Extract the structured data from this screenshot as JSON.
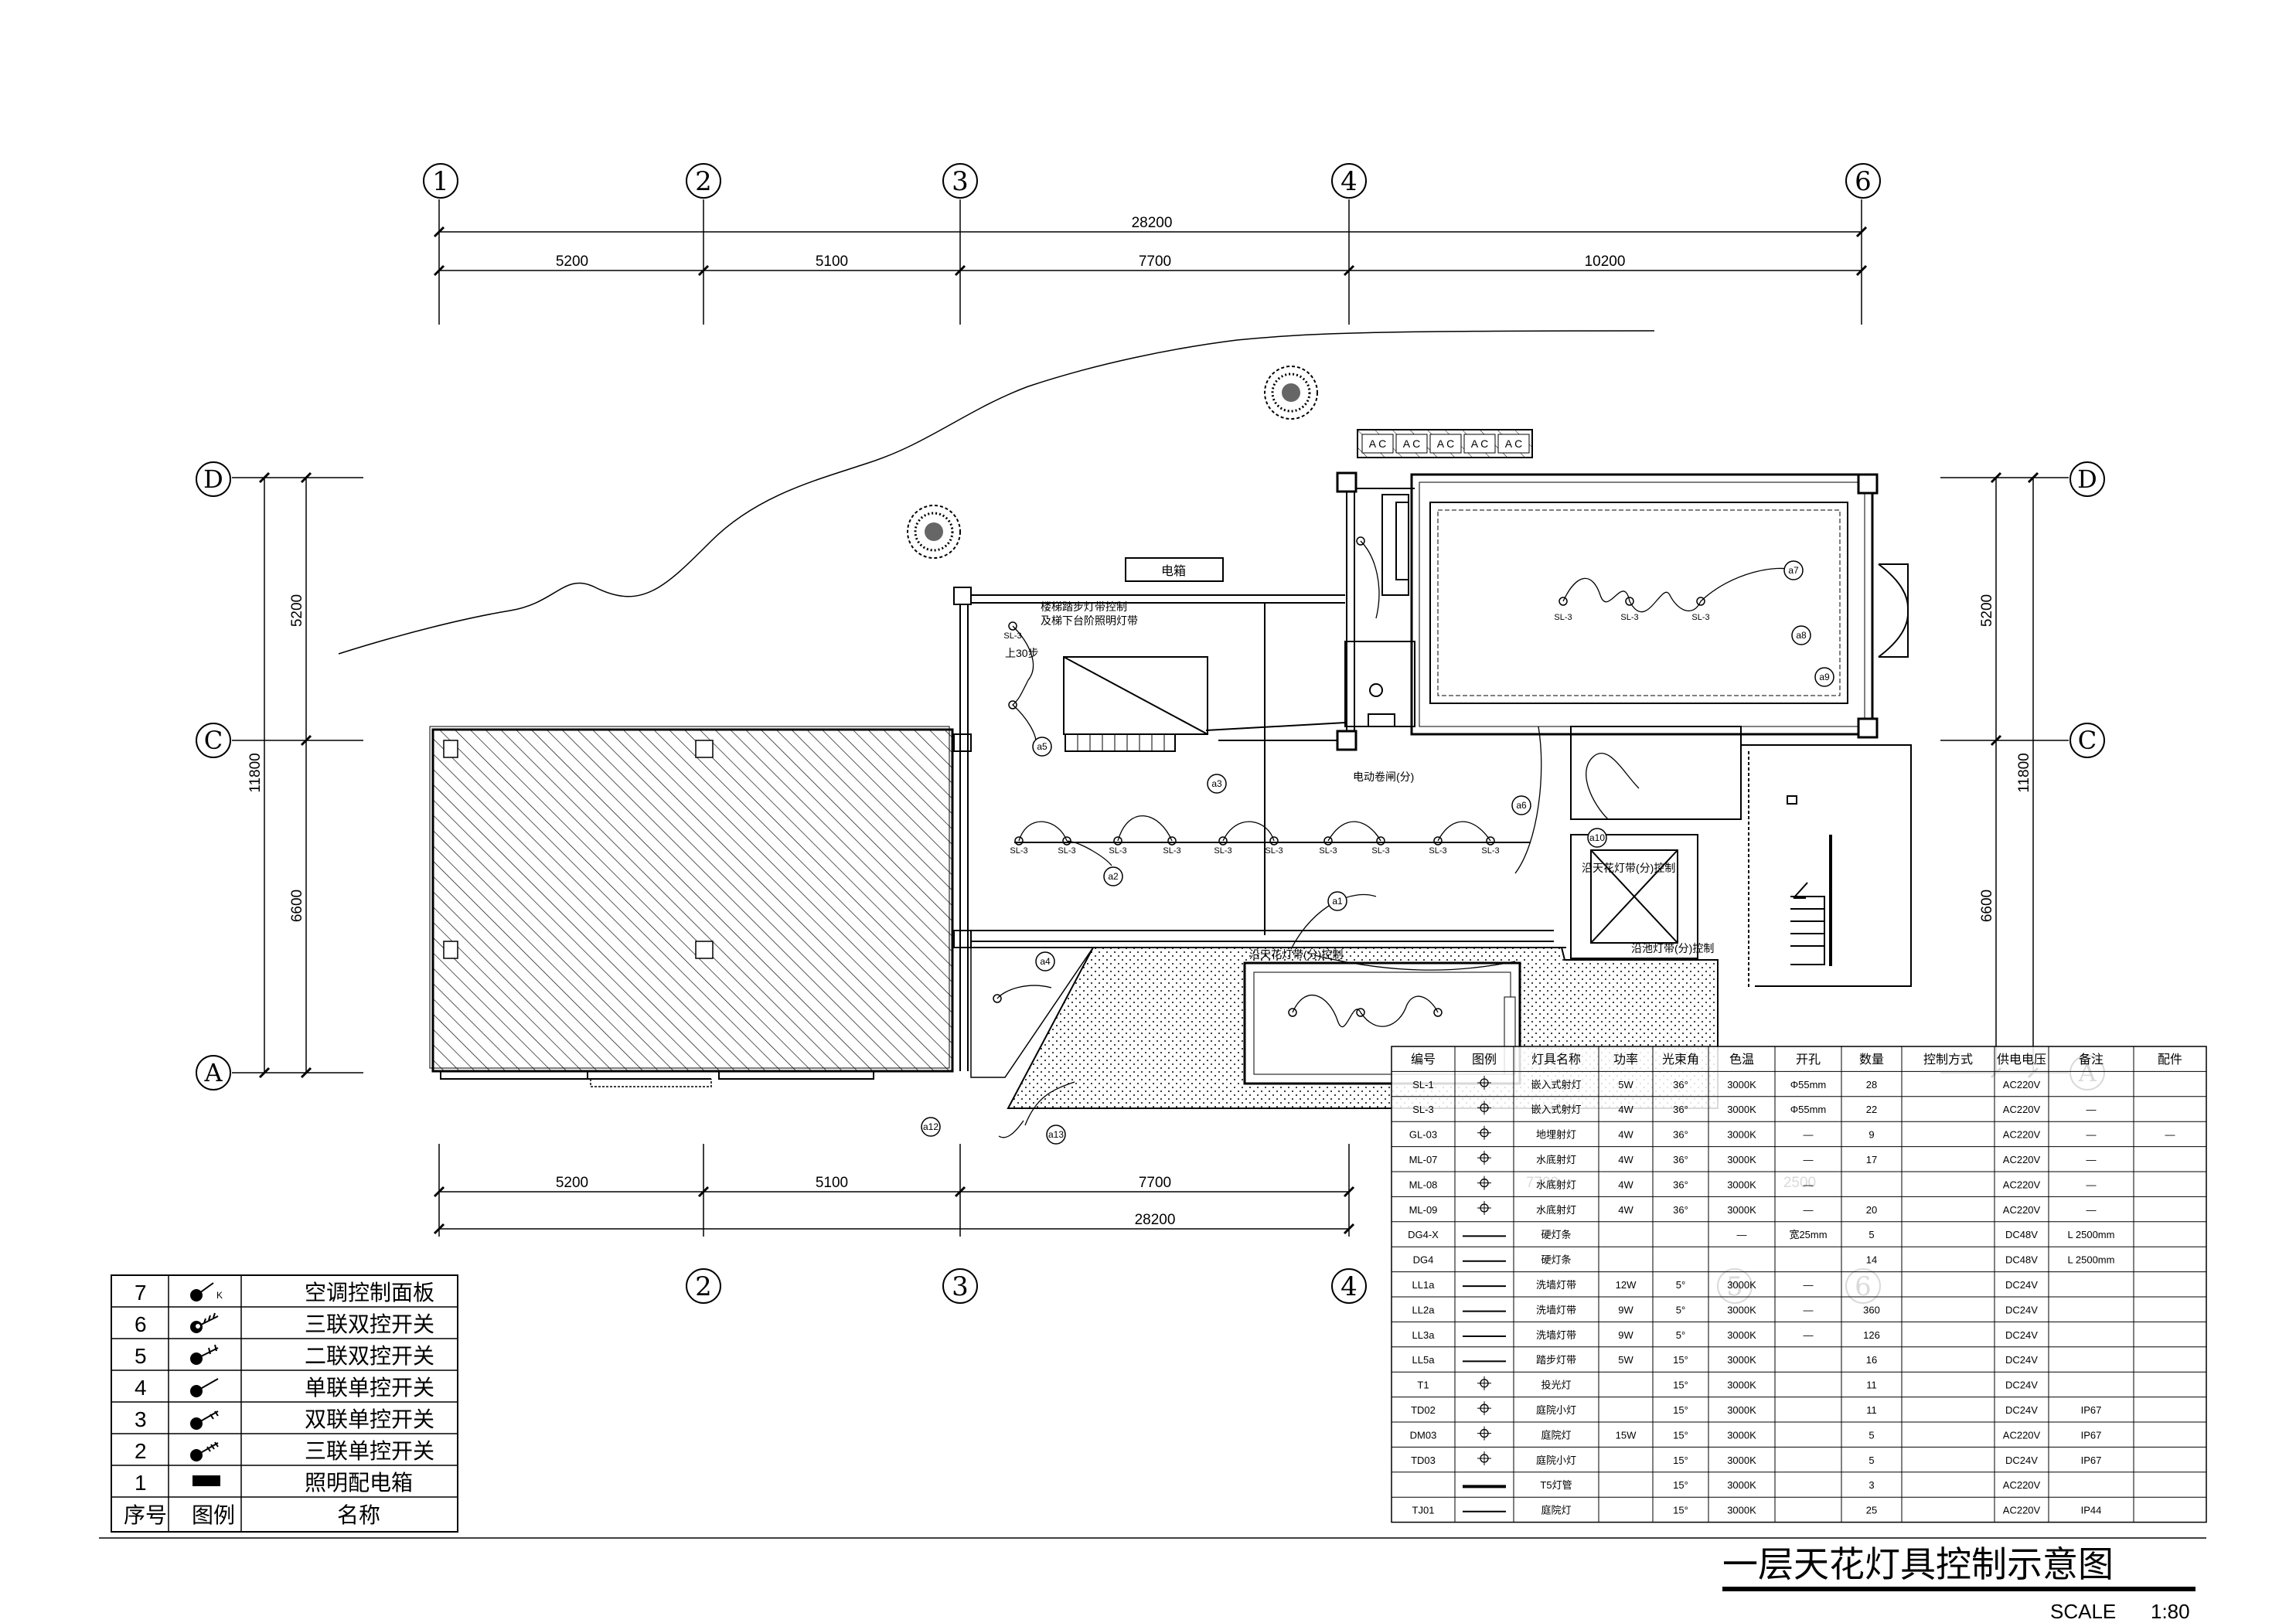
{
  "drawing": {
    "title": "一层天花灯具控制示意图",
    "scale_label": "SCALE",
    "scale_value": "1:80"
  },
  "grid": {
    "columns": [
      "1",
      "2",
      "3",
      "4",
      "6"
    ],
    "bottom_columns": [
      "2",
      "3",
      "4",
      "5",
      "6"
    ],
    "rows": [
      "D",
      "C",
      "A"
    ],
    "top_total": "28200",
    "top_spans": [
      "5200",
      "5100",
      "7700",
      "10200"
    ],
    "bottom_spans": [
      "5200",
      "5100",
      "7700"
    ],
    "bottom_total": "28200",
    "bottom_extra": [
      "7700",
      "2500"
    ],
    "left_spans": [
      "5200",
      "6600"
    ],
    "left_total": "11800",
    "right_spans": [
      "5200",
      "6600"
    ],
    "right_total": "11800"
  },
  "plan_labels": {
    "elec_box": "电箱",
    "stairs_note": "上30步",
    "note_1": "楼梯踏步灯带控制",
    "note_2": "及梯下台阶照明灯带",
    "note_3": "电动卷闸(分)",
    "note_4": "沿天花灯带(分)控制",
    "note_5": "沿天花灯带(分)控制",
    "note_6": "沿池灯带(分)控制",
    "ac_units": [
      "A C",
      "A C",
      "A C",
      "A C",
      "A C"
    ],
    "fixture_tags": [
      "SL-3",
      "SL-3",
      "SL-3",
      "SL-3",
      "SL-3",
      "SL-3",
      "SL-3",
      "SL-3",
      "SL-3",
      "SL-3",
      "SL-3",
      "SL-3",
      "SL-3",
      "SL-3"
    ],
    "circuits": [
      "a1",
      "a2",
      "a3",
      "a4",
      "a5",
      "a6",
      "a7",
      "a8",
      "a9",
      "a10",
      "a12",
      "a13"
    ]
  },
  "legend": {
    "header": [
      "序号",
      "图例",
      "名称"
    ],
    "rows": [
      {
        "no": "7",
        "name": "空调控制面板"
      },
      {
        "no": "6",
        "name": "三联双控开关"
      },
      {
        "no": "5",
        "name": "二联双控开关"
      },
      {
        "no": "4",
        "name": "单联单控开关"
      },
      {
        "no": "3",
        "name": "双联单控开关"
      },
      {
        "no": "2",
        "name": "三联单控开关"
      },
      {
        "no": "1",
        "name": "照明配电箱"
      }
    ]
  },
  "schedule": {
    "header": [
      "编号",
      "图例",
      "灯具名称",
      "功率",
      "光束角",
      "色温",
      "开孔",
      "数量",
      "控制方式",
      "供电电压",
      "备注",
      "配件"
    ],
    "rows": [
      [
        "SL-1",
        "",
        "嵌入式射灯",
        "5W",
        "36°",
        "3000K",
        "Φ55mm",
        "28",
        "",
        "AC220V",
        "",
        ""
      ],
      [
        "SL-3",
        "",
        "嵌入式射灯",
        "4W",
        "36°",
        "3000K",
        "Φ55mm",
        "22",
        "",
        "AC220V",
        "—",
        ""
      ],
      [
        "GL-03",
        "",
        "地埋射灯",
        "4W",
        "36°",
        "3000K",
        "—",
        "9",
        "",
        "AC220V",
        "—",
        "—"
      ],
      [
        "ML-07",
        "",
        "水底射灯",
        "4W",
        "36°",
        "3000K",
        "—",
        "17",
        "",
        "AC220V",
        "—",
        ""
      ],
      [
        "ML-08",
        "",
        "水底射灯",
        "4W",
        "36°",
        "3000K",
        "—",
        "",
        "",
        "AC220V",
        "—",
        ""
      ],
      [
        "ML-09",
        "",
        "水底射灯",
        "4W",
        "36°",
        "3000K",
        "—",
        "20",
        "",
        "AC220V",
        "—",
        ""
      ],
      [
        "DG4-X",
        "",
        "硬灯条",
        "",
        "",
        "—",
        "宽25mm",
        "5",
        "",
        "DC48V",
        "L 2500mm",
        ""
      ],
      [
        "DG4",
        "",
        "硬灯条",
        "",
        "",
        "",
        "",
        "14",
        "",
        "DC48V",
        "L 2500mm",
        ""
      ],
      [
        "LL1a",
        "",
        "洗墙灯带",
        "12W",
        "5°",
        "3000K",
        "—",
        "",
        "",
        "DC24V",
        "",
        ""
      ],
      [
        "LL2a",
        "",
        "洗墙灯带",
        "9W",
        "5°",
        "3000K",
        "—",
        "360",
        "",
        "DC24V",
        "",
        ""
      ],
      [
        "LL3a",
        "",
        "洗墙灯带",
        "9W",
        "5°",
        "3000K",
        "—",
        "126",
        "",
        "DC24V",
        "",
        ""
      ],
      [
        "LL5a",
        "",
        "踏步灯带",
        "5W",
        "15°",
        "3000K",
        "",
        "16",
        "",
        "DC24V",
        "",
        ""
      ],
      [
        "T1",
        "",
        "投光灯",
        "",
        "15°",
        "3000K",
        "",
        "11",
        "",
        "DC24V",
        "",
        ""
      ],
      [
        "TD02",
        "",
        "庭院小灯",
        "",
        "15°",
        "3000K",
        "",
        "11",
        "",
        "DC24V",
        "IP67",
        ""
      ],
      [
        "DM03",
        "",
        "庭院灯",
        "15W",
        "15°",
        "3000K",
        "",
        "5",
        "",
        "AC220V",
        "IP67",
        ""
      ],
      [
        "TD03",
        "",
        "庭院小灯",
        "",
        "15°",
        "3000K",
        "",
        "5",
        "",
        "DC24V",
        "IP67",
        ""
      ],
      [
        "",
        "",
        "T5灯管",
        "",
        "15°",
        "3000K",
        "",
        "3",
        "",
        "AC220V",
        "",
        ""
      ],
      [
        "TJ01",
        "",
        "庭院灯",
        "",
        "15°",
        "3000K",
        "",
        "25",
        "",
        "AC220V",
        "IP44",
        ""
      ]
    ]
  }
}
